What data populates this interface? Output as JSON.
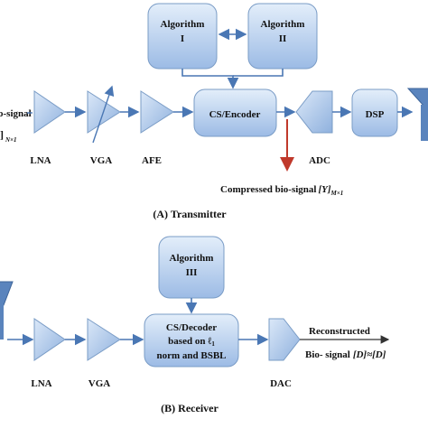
{
  "transmitter": {
    "algorithm1": {
      "line1": "Algorithm",
      "line2": "I"
    },
    "algorithm2": {
      "line1": "Algorithm",
      "line2": "II"
    },
    "encoder": "CS/Encoder",
    "dsp": "DSP",
    "input_signal": "o-signal",
    "input_subscript": "N×1",
    "lna": "LNA",
    "vga": "VGA",
    "afe": "AFE",
    "adc": "ADC",
    "compressed_label": "Compressed bio-signal",
    "compressed_symbol": "[Y]",
    "compressed_subscript": "M×1",
    "caption": "(A) Transmitter"
  },
  "receiver": {
    "algorithm3": {
      "line1": "Algorithm",
      "line2": "III"
    },
    "decoder": {
      "line1": "CS/Decoder",
      "line2": "based on ℓ",
      "line2_sub": "1",
      "line3": "norm and BSBL"
    },
    "lna": "LNA",
    "vga": "VGA",
    "dac": "DAC",
    "reconstructed": "Reconstructed",
    "output_signal": "Bio- signal",
    "output_formula": "[D]≈[D]",
    "caption": "(B) Receiver"
  },
  "colors": {
    "box_top": "#ddeaf9",
    "box_bottom": "#9dbde6",
    "box_stroke": "#7a9cc6",
    "arrow": "#4a77b4",
    "compressed_arrow": "#c0392b"
  }
}
